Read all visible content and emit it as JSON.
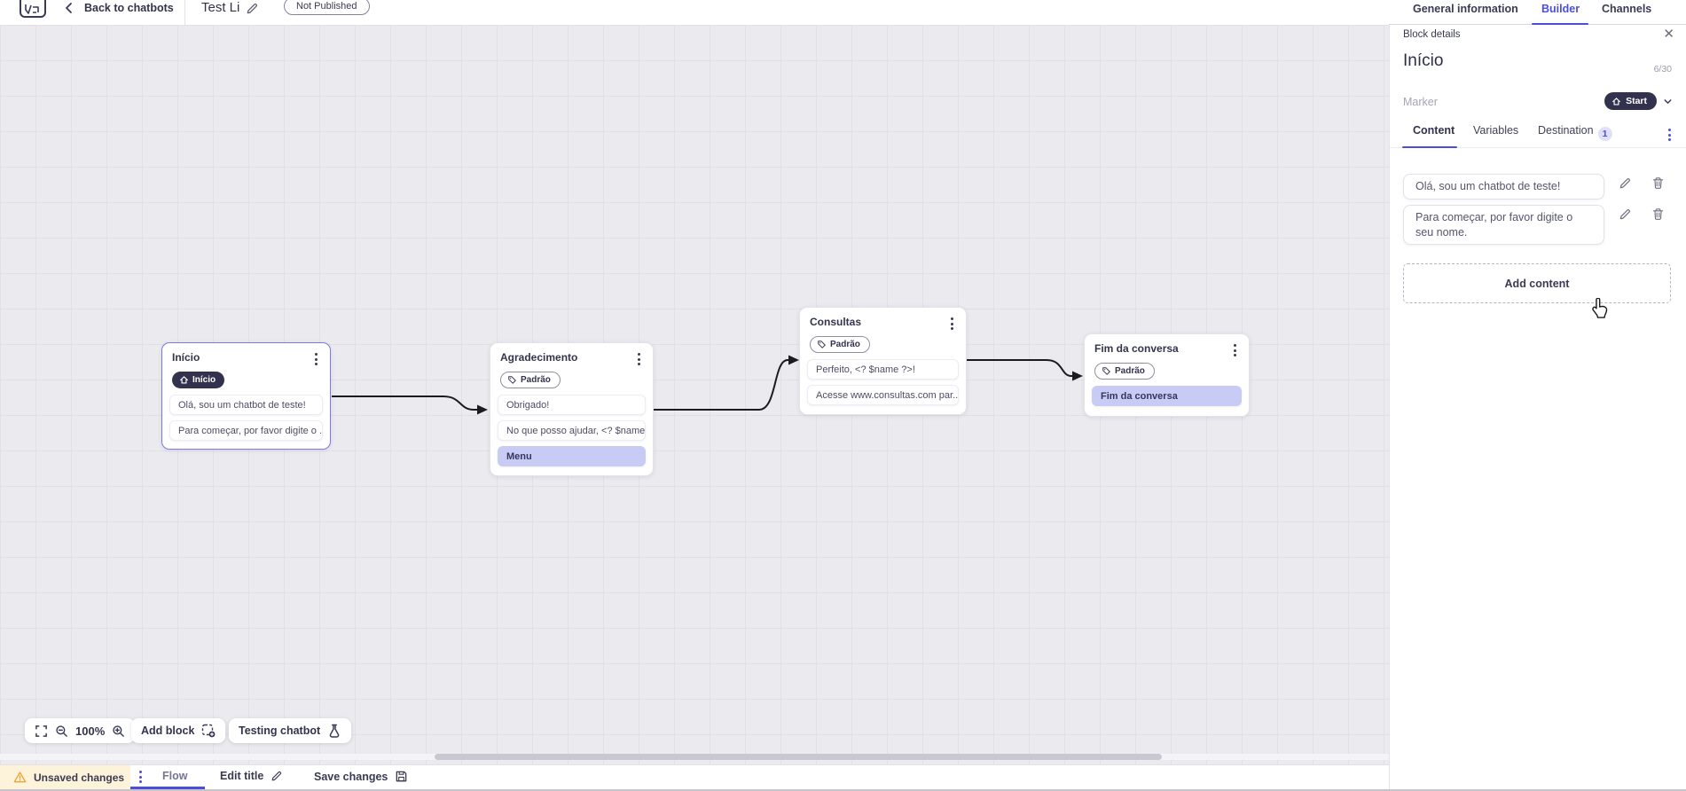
{
  "header": {
    "back_label": "Back to chatbots",
    "title": "Test Li",
    "status_badge": "Not Published",
    "tabs": [
      {
        "label": "General information",
        "active": false
      },
      {
        "label": "Builder",
        "active": true
      },
      {
        "label": "Channels",
        "active": false
      }
    ]
  },
  "canvas": {
    "blocks": [
      {
        "title": "Início",
        "badge": "Início",
        "badge_icon": "home-icon",
        "selected": true,
        "cards": [
          {
            "text": "Olá, sou um chatbot de teste!"
          },
          {
            "text": "Para começar, por favor digite o ..."
          }
        ]
      },
      {
        "title": "Agradecimento",
        "badge": "Padrão",
        "badge_icon": "tag-icon",
        "cards": [
          {
            "text": "Obrigado!"
          },
          {
            "text": "No que posso ajudar, <? $name ..."
          },
          {
            "text": "Menu",
            "style": "lavender"
          }
        ]
      },
      {
        "title": "Consultas",
        "badge": "Padrão",
        "badge_icon": "tag-icon",
        "cards": [
          {
            "text": "Perfeito, <? $name ?>!"
          },
          {
            "text": "Acesse www.consultas.com par..."
          }
        ]
      },
      {
        "title": "Fim da conversa",
        "badge": "Padrão",
        "badge_icon": "tag-icon",
        "cards": [
          {
            "text": "Fim da conversa",
            "style": "lavender"
          }
        ]
      }
    ],
    "toolbar": {
      "zoom_level": "100%",
      "add_block_label": "Add block",
      "testing_label": "Testing chatbot"
    }
  },
  "panel": {
    "subheader": "Block details",
    "block_name": "Início",
    "char_count": "6/30",
    "marker_label": "Marker",
    "marker_value": "Start",
    "tabs": [
      {
        "label": "Content",
        "active": true
      },
      {
        "label": "Variables",
        "active": false
      },
      {
        "label": "Destination",
        "active": false
      }
    ],
    "destination_count": "1",
    "contents": [
      {
        "text": "Olá, sou um chatbot de teste!"
      },
      {
        "text": "Para começar, por favor digite o seu nome."
      }
    ],
    "add_content_label": "Add content"
  },
  "footer": {
    "unsaved_label": "Unsaved changes",
    "flow_label": "Flow",
    "edit_title_label": "Edit title",
    "save_label": "Save changes"
  },
  "colors": {
    "accent": "#4c4ddc",
    "dark_navy": "#32324e",
    "lavender_card": "#c8ccf4",
    "canvas_bg": "#ebeaee",
    "warning_bg": "#fdf3da",
    "warning_icon": "#e9a83c",
    "selected_border": "#7b78e8"
  },
  "icons": {
    "logo": "app-logo-icon",
    "back": "chevron-left-icon",
    "edit": "pencil-icon",
    "close": "close-icon",
    "marker_home": "home-icon",
    "tag": "tag-icon",
    "delete": "trash-icon",
    "warning": "warning-triangle-icon",
    "save": "floppy-disk-icon",
    "testing": "flask-icon",
    "fit_screen": "fit-screen-icon",
    "zoom_out": "zoom-out-icon",
    "zoom_in": "zoom-in-icon",
    "add_block": "add-block-icon",
    "kebab": "kebab-menu-icon",
    "chevron_down": "chevron-down-icon",
    "cursor": "hand-pointer-cursor"
  }
}
